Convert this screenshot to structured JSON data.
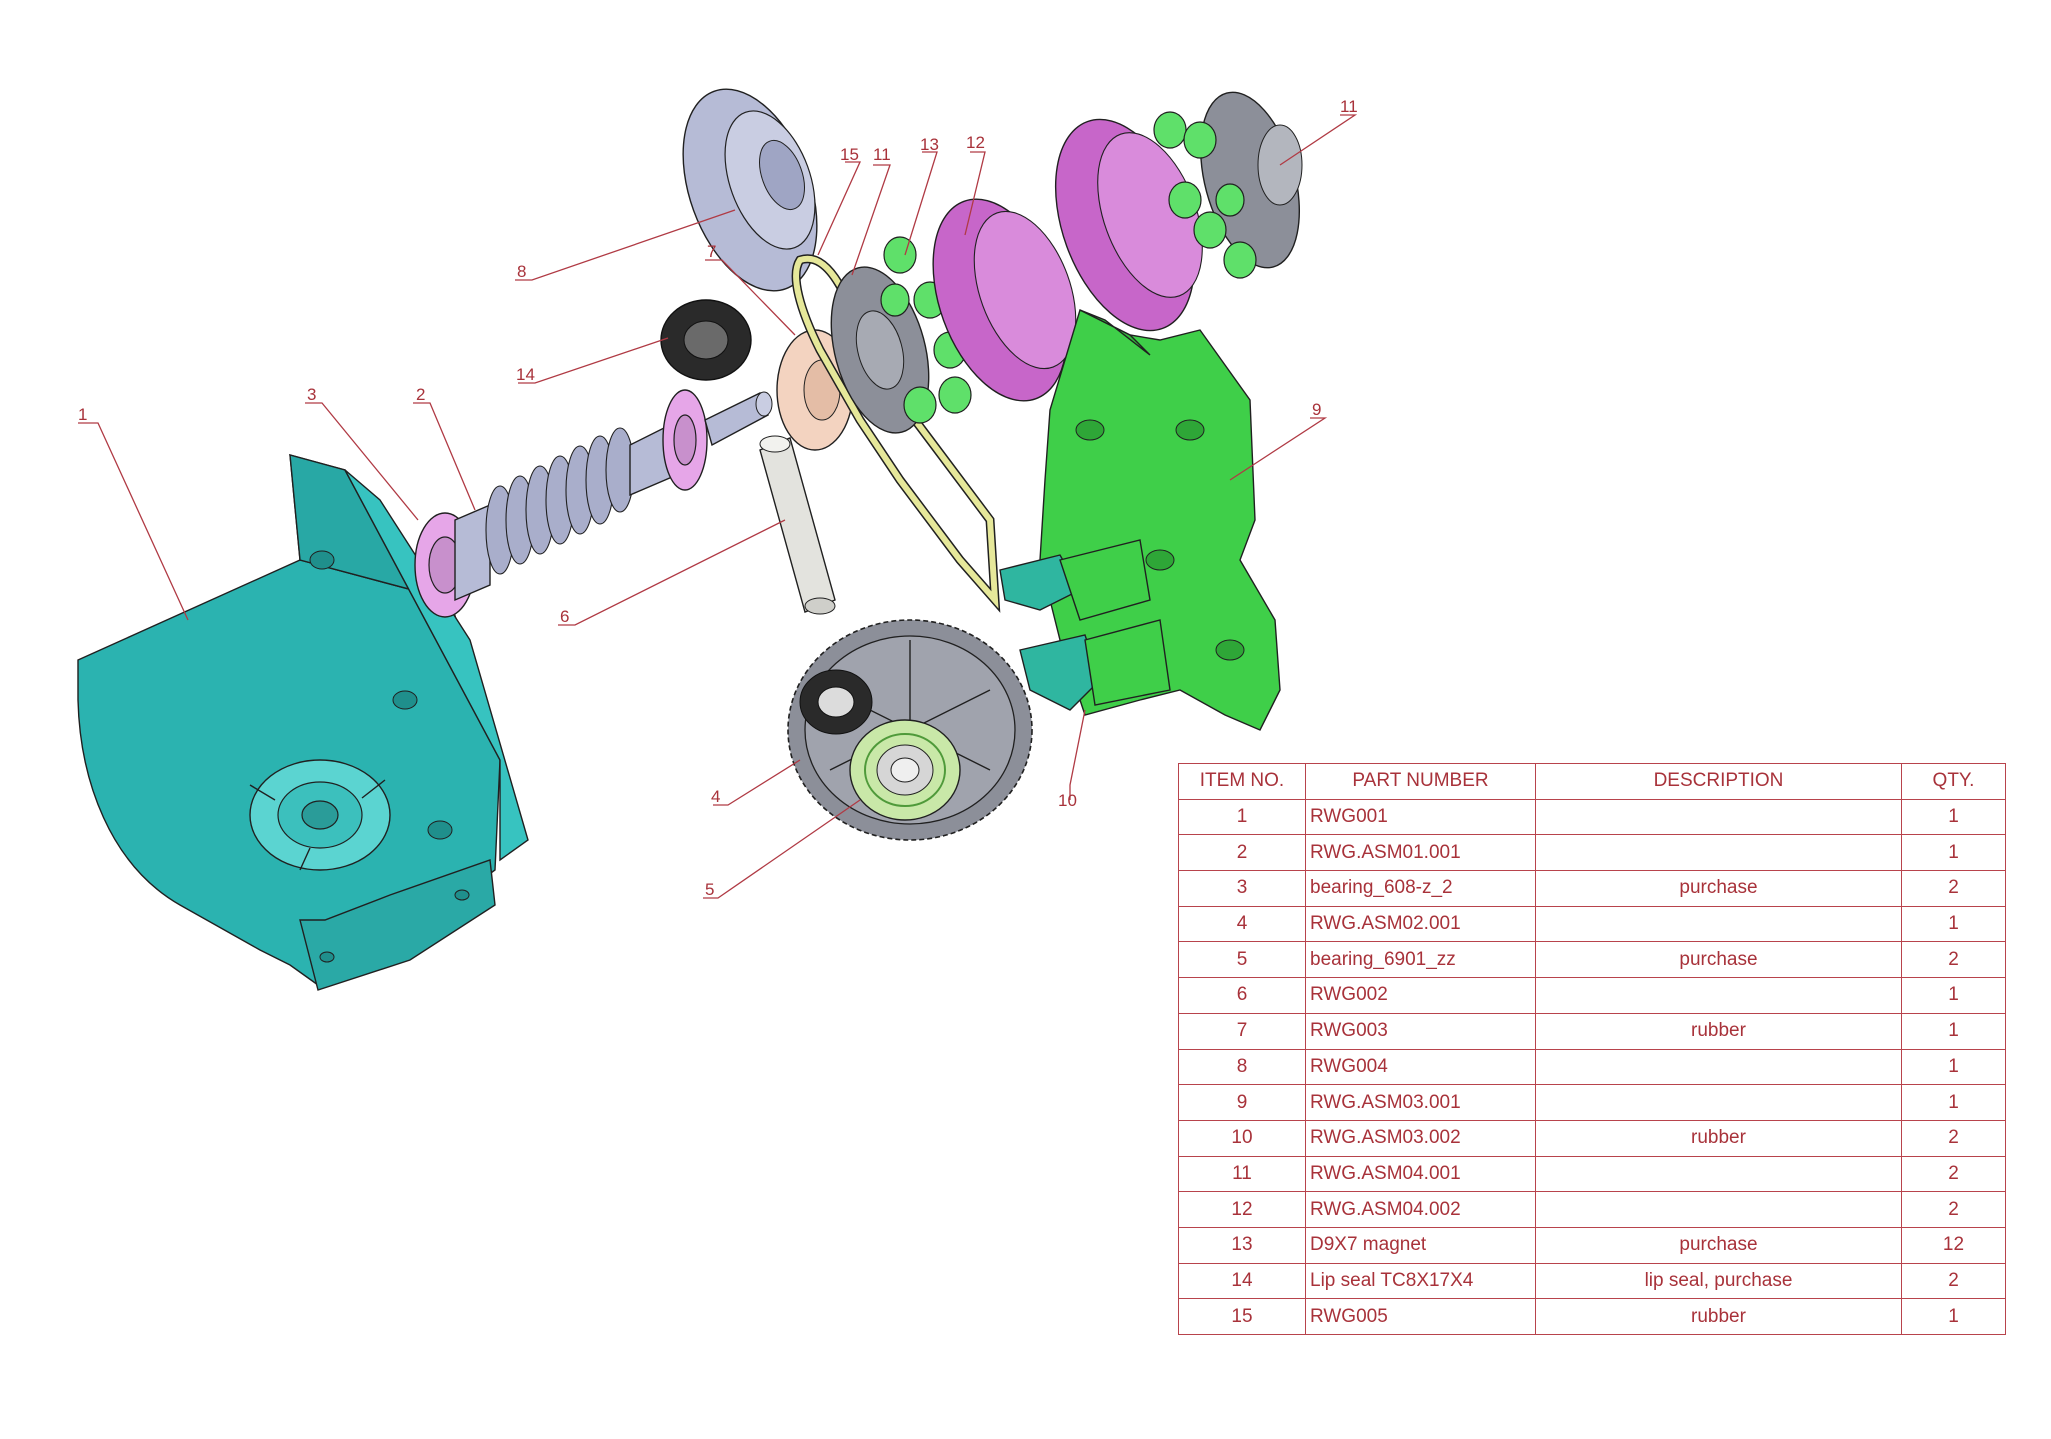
{
  "callouts": [
    {
      "id": "1",
      "label": "1"
    },
    {
      "id": "2",
      "label": "2"
    },
    {
      "id": "3",
      "label": "3"
    },
    {
      "id": "4",
      "label": "4"
    },
    {
      "id": "5",
      "label": "5"
    },
    {
      "id": "6",
      "label": "6"
    },
    {
      "id": "7",
      "label": "7"
    },
    {
      "id": "8",
      "label": "8"
    },
    {
      "id": "9",
      "label": "9"
    },
    {
      "id": "10",
      "label": "10"
    },
    {
      "id": "11a",
      "label": "11"
    },
    {
      "id": "11b",
      "label": "11"
    },
    {
      "id": "12",
      "label": "12"
    },
    {
      "id": "13",
      "label": "13"
    },
    {
      "id": "14",
      "label": "14"
    },
    {
      "id": "15",
      "label": "15"
    }
  ],
  "bom": {
    "headers": {
      "item": "ITEM NO.",
      "part": "PART NUMBER",
      "desc": "DESCRIPTION",
      "qty": "QTY."
    },
    "rows": [
      {
        "item": "1",
        "part": "RWG001",
        "desc": "",
        "qty": "1"
      },
      {
        "item": "2",
        "part": "RWG.ASM01.001",
        "desc": "",
        "qty": "1"
      },
      {
        "item": "3",
        "part": "bearing_608-z_2",
        "desc": "purchase",
        "qty": "2"
      },
      {
        "item": "4",
        "part": "RWG.ASM02.001",
        "desc": "",
        "qty": "1"
      },
      {
        "item": "5",
        "part": "bearing_6901_zz",
        "desc": "purchase",
        "qty": "2"
      },
      {
        "item": "6",
        "part": "RWG002",
        "desc": "",
        "qty": "1"
      },
      {
        "item": "7",
        "part": "RWG003",
        "desc": "rubber",
        "qty": "1"
      },
      {
        "item": "8",
        "part": "RWG004",
        "desc": "",
        "qty": "1"
      },
      {
        "item": "9",
        "part": "RWG.ASM03.001",
        "desc": "",
        "qty": "1"
      },
      {
        "item": "10",
        "part": "RWG.ASM03.002",
        "desc": "rubber",
        "qty": "2"
      },
      {
        "item": "11",
        "part": "RWG.ASM04.001",
        "desc": "",
        "qty": "2"
      },
      {
        "item": "12",
        "part": "RWG.ASM04.002",
        "desc": "",
        "qty": "2"
      },
      {
        "item": "13",
        "part": "D9X7 magnet",
        "desc": "purchase",
        "qty": "12"
      },
      {
        "item": "14",
        "part": "Lip seal TC8X17X4",
        "desc": "lip seal, purchase",
        "qty": "2"
      },
      {
        "item": "15",
        "part": "RWG005",
        "desc": "rubber",
        "qty": "1"
      }
    ]
  },
  "colors": {
    "housing": "#2bb3b0",
    "cover": "#3fcf49",
    "wheel": "#c766c9",
    "magnet": "#5fe06a",
    "bearing": "#e6a6e8",
    "worm": "#b6bbd6",
    "gear": "#8c8f99",
    "gasket": "#e6e89a",
    "seal": "#2a2a2a",
    "plate": "#f3d3c0",
    "shaft": "#e3e3de",
    "line": "#a8323a"
  }
}
